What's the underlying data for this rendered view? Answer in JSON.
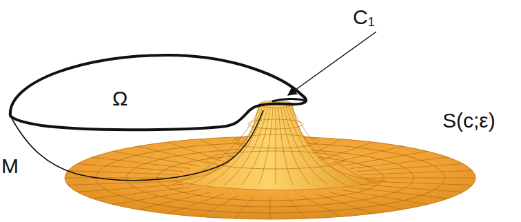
{
  "diagram": {
    "labels": [
      "C₁",
      "Ω",
      "M",
      "S(c;ε)"
    ]
  }
}
